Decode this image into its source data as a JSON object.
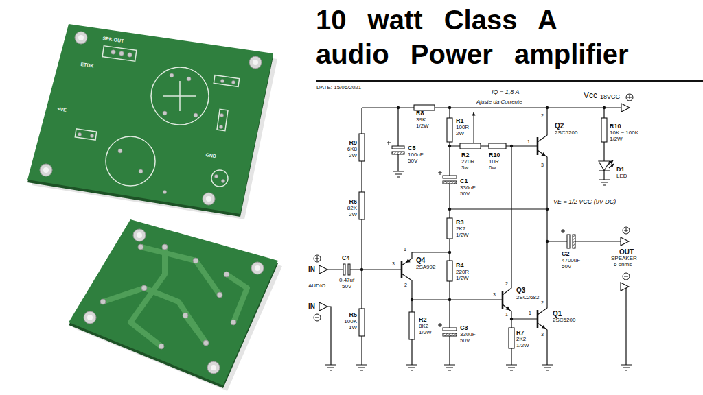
{
  "diagram": {
    "title": "10 watt Class A audio Power amplifier",
    "labels": [
      "DATE: 15/06/2021",
      "IQ = 1,8 A",
      "Vcc",
      "18VCC",
      "Ajuste da Corrente",
      "R8",
      "39K",
      "1/2W",
      "R1",
      "100R",
      "2W",
      "Q2",
      "2SC5200",
      "2",
      "1",
      "3",
      "R10",
      "10K ~ 100K",
      "1/2W",
      "D1",
      "LED",
      "R9",
      "6K8",
      "2W",
      "C5",
      "100uF",
      "50V",
      "R2",
      "270R",
      "3w",
      "R10",
      "10R",
      "0w",
      "C1",
      "330uF",
      "50V",
      "R6",
      "82K",
      "2W",
      "VE = 1/2 VCC (9V DC)",
      "R3",
      "2K7",
      "1/2W",
      "C2",
      "4700uF",
      "50V",
      "OUT",
      "SPEAKER",
      "6 ohms",
      "IN",
      "AUDIO",
      "C4",
      "0.47uf",
      "50V",
      "Q4",
      "2SA992",
      "3",
      "1",
      "2",
      "R4",
      "220R",
      "1/2W",
      "R5",
      "100K",
      "1W",
      "IN",
      "R2",
      "8K2",
      "1/2W",
      "C3",
      "330uF",
      "50V",
      "Q3",
      "2SC2682",
      "2",
      "3",
      "1",
      "Q1",
      "2SC5200",
      "2",
      "1",
      "3",
      "R7",
      "2K2",
      "1/2W",
      "SPK OUT",
      "ETDK",
      "+VE",
      "GND"
    ]
  }
}
